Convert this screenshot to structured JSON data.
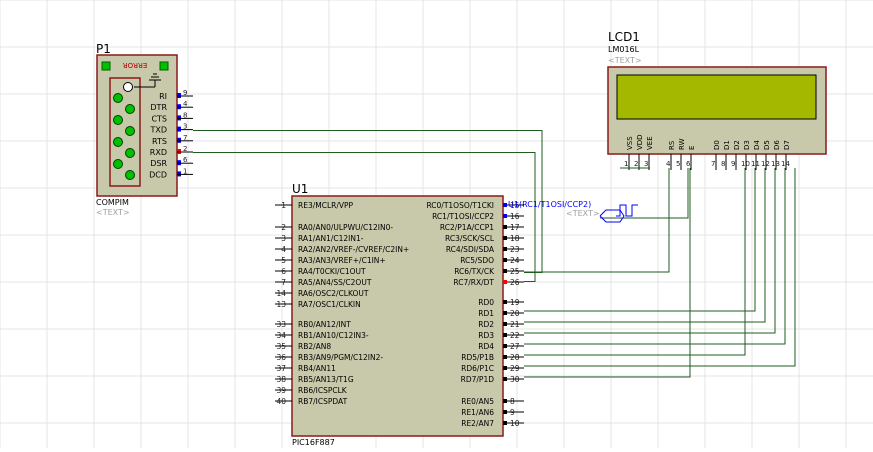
{
  "p1": {
    "ref": "P1",
    "type": "COMPIM",
    "text": "<TEXT>",
    "error": "ERROR",
    "signals": [
      "RI",
      "DTR",
      "CTS",
      "TXD",
      "RTS",
      "RXD",
      "DSR",
      "DCD"
    ],
    "pins": [
      "9",
      "4",
      "8",
      "3",
      "7",
      "2",
      "6",
      "1"
    ]
  },
  "lcd": {
    "ref": "LCD1",
    "type": "LM016L",
    "text": "<TEXT>",
    "pin_labels": [
      "VSS",
      "VDD",
      "VEE",
      "RS",
      "RW",
      "E",
      "D0",
      "D1",
      "D2",
      "D3",
      "D4",
      "D5",
      "D6",
      "D7"
    ],
    "pin_numbers": [
      "1",
      "2",
      "3",
      "4",
      "5",
      "6",
      "7",
      "8",
      "9",
      "10",
      "11",
      "12",
      "13",
      "14"
    ]
  },
  "mcu": {
    "ref": "U1",
    "type": "PIC16F887",
    "left_pins": [
      {
        "n": "1",
        "label": "RE3/MCLR/VPP"
      },
      {
        "n": "2",
        "label": "RA0/AN0/ULPWU/C12IN0-"
      },
      {
        "n": "3",
        "label": "RA1/AN1/C12IN1-"
      },
      {
        "n": "4",
        "label": "RA2/AN2/VREF-/CVREF/C2IN+"
      },
      {
        "n": "5",
        "label": "RA3/AN3/VREF+/C1IN+"
      },
      {
        "n": "6",
        "label": "RA4/T0CKI/C1OUT"
      },
      {
        "n": "7",
        "label": "RA5/AN4/SS/C2OUT"
      },
      {
        "n": "14",
        "label": "RA6/OSC2/CLKOUT"
      },
      {
        "n": "13",
        "label": "RA7/OSC1/CLKIN"
      },
      {
        "n": "33",
        "label": "RB0/AN12/INT"
      },
      {
        "n": "34",
        "label": "RB1/AN10/C12IN3-"
      },
      {
        "n": "35",
        "label": "RB2/AN8"
      },
      {
        "n": "36",
        "label": "RB3/AN9/PGM/C12IN2-"
      },
      {
        "n": "37",
        "label": "RB4/AN11"
      },
      {
        "n": "38",
        "label": "RB5/AN13/T1G"
      },
      {
        "n": "39",
        "label": "RB6/ICSPCLK"
      },
      {
        "n": "40",
        "label": "RB7/ICSPDAT"
      }
    ],
    "right_pins": [
      {
        "n": "15",
        "label": "RC0/T1OSO/T1CKI"
      },
      {
        "n": "16",
        "label": "RC1/T1OSI/CCP2"
      },
      {
        "n": "17",
        "label": "RC2/P1A/CCP1"
      },
      {
        "n": "18",
        "label": "RC3/SCK/SCL"
      },
      {
        "n": "23",
        "label": "RC4/SDI/SDA"
      },
      {
        "n": "24",
        "label": "RC5/SDO"
      },
      {
        "n": "25",
        "label": "RC6/TX/CK"
      },
      {
        "n": "26",
        "label": "RC7/RX/DT"
      },
      {
        "n": "19",
        "label": "RD0"
      },
      {
        "n": "20",
        "label": "RD1"
      },
      {
        "n": "21",
        "label": "RD2"
      },
      {
        "n": "22",
        "label": "RD3"
      },
      {
        "n": "27",
        "label": "RD4"
      },
      {
        "n": "28",
        "label": "RD5/P1B"
      },
      {
        "n": "29",
        "label": "RD6/P1C"
      },
      {
        "n": "30",
        "label": "RD7/P1D"
      },
      {
        "n": "8",
        "label": "RE0/AN5"
      },
      {
        "n": "9",
        "label": "RE1/AN6"
      },
      {
        "n": "10",
        "label": "RE2/AN7"
      }
    ]
  },
  "probe": {
    "label": "U1(RC1/T1OSI/CCP2)",
    "text": "<TEXT>"
  },
  "colors": {
    "grid": "#e4e4e4",
    "body_fill": "#c8c8aa",
    "body_stroke": "#8b1a1a",
    "lcd_screen": "#a4b800",
    "wire": "#1f5c1f",
    "pin_red": "#ff0000",
    "pin_blue": "#0000ff",
    "probe": "#0000ff",
    "label": "#000000",
    "pin_number": "#1a1a1a",
    "textph": "#a0a0a0"
  }
}
